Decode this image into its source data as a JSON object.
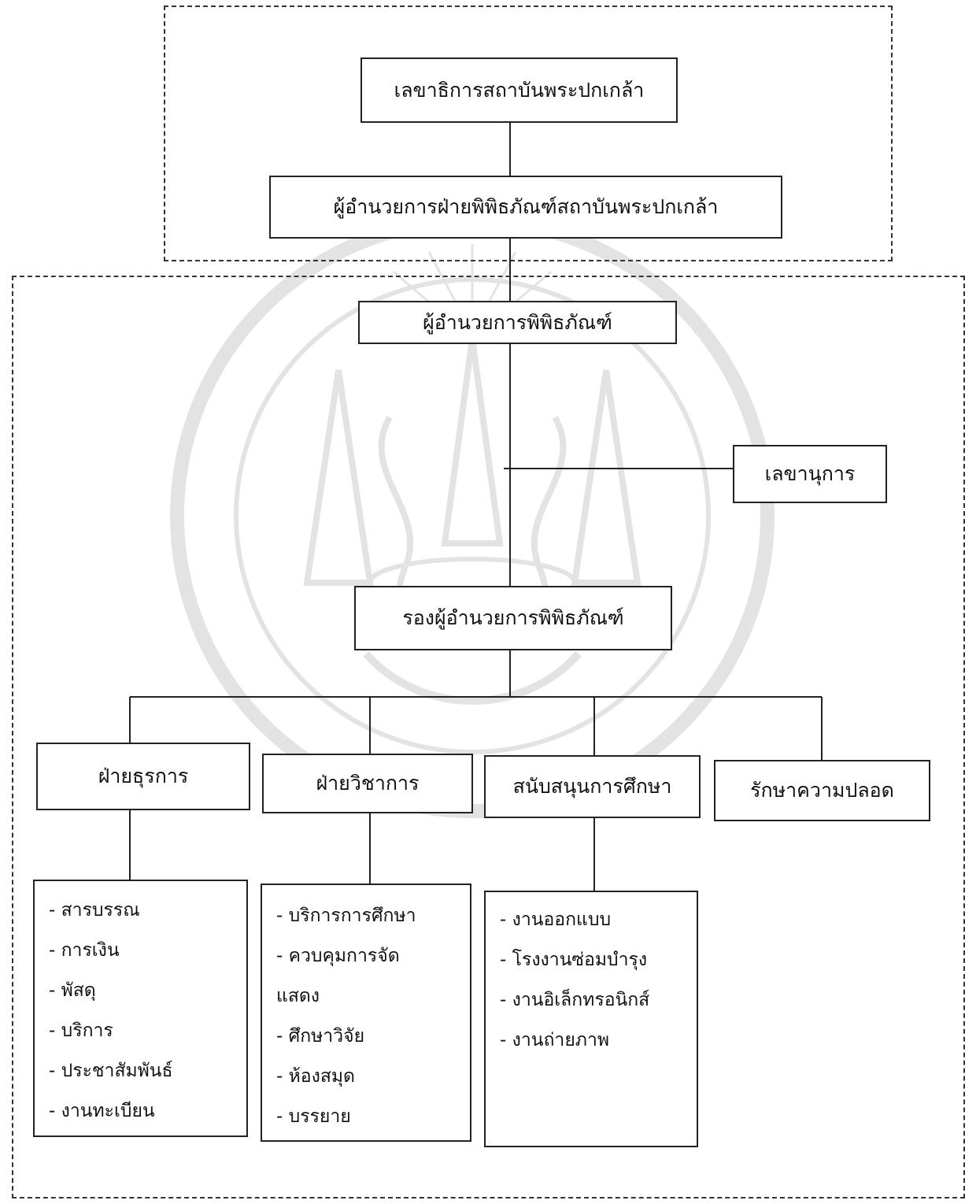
{
  "org": {
    "secretary_general": "เลขาธิการสถาบันพระปกเกล้า",
    "museum_division_director": "ผู้อำนวยการฝ่ายพิพิธภัณฑ์สถาบันพระปกเกล้า",
    "museum_director": "ผู้อำนวยการพิพิธภัณฑ์",
    "secretary": "เลขานุการ",
    "deputy_director": "รองผู้อำนวยการพิพิธภัณฑ์",
    "departments": [
      {
        "name": "ฝ่ายธุรการ",
        "items": [
          "-  สารบรรณ",
          "-  การเงิน",
          "-  พัสดุ",
          "-  บริการ",
          "-  ประชาสัมพันธ์",
          "-  งานทะเบียน"
        ]
      },
      {
        "name": "ฝ่ายวิชาการ",
        "items": [
          "-  บริการการศึกษา",
          "-  ควบคุมการจัด",
          "แสดง",
          "-  ศึกษาวิจัย",
          "-  ห้องสมุด",
          "-  บรรยาย"
        ]
      },
      {
        "name": "สนับสนุนการศึกษา",
        "items": [
          "-  งานออกแบบ",
          "-  โรงงานซ่อมบำรุง",
          "-  งานอิเล็กทรอนิกส์",
          "-  งานถ่ายภาพ"
        ]
      },
      {
        "name": "รักษาความปลอด",
        "items": []
      }
    ]
  },
  "colors": {
    "line": "#222222",
    "watermark": "#666666"
  }
}
